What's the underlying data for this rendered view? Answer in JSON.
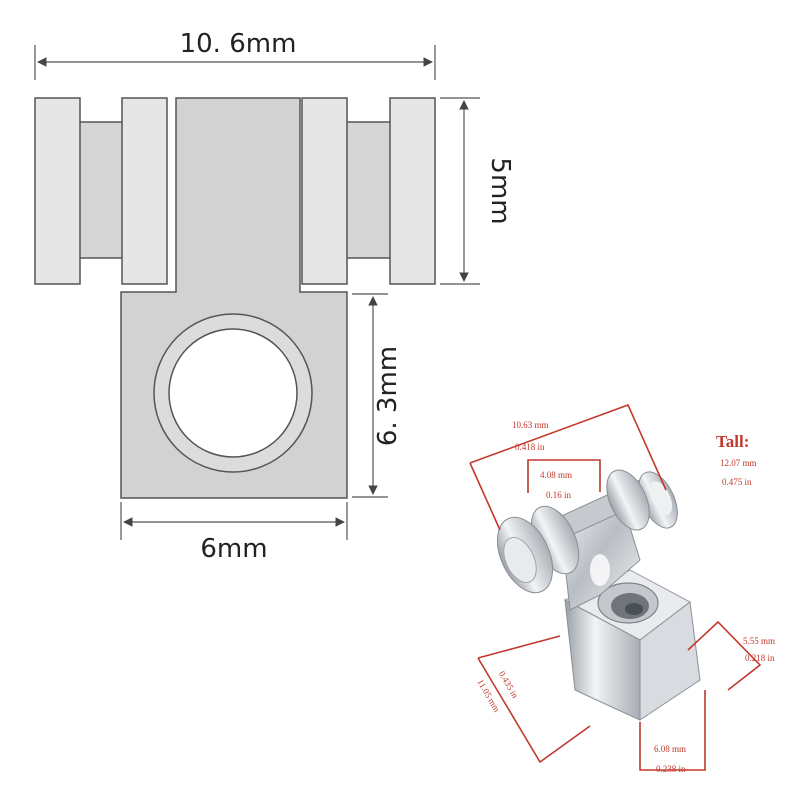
{
  "schematic": {
    "width_label": "10. 6mm",
    "height_label": "5mm",
    "body_height_label": "6. 3mm",
    "body_width_label": "6mm"
  },
  "photo": {
    "top_width_mm": "10.63 mm",
    "top_width_in": "0.418 in",
    "center_width_mm": "4.08 mm",
    "center_width_in": "0.16 in",
    "tall_title": "Tall:",
    "tall_mm": "12.07 mm",
    "tall_in": "0.475 in",
    "side_mm": "5.55 mm",
    "side_in": "0.218 in",
    "left_mm": "11.05 mm",
    "left_in": "0.435 in",
    "bottom_mm": "6.08 mm",
    "bottom_in": "0.238 in"
  },
  "colors": {
    "line": "#555555",
    "fill_light": "#e4e4e4",
    "fill_body": "#d2d2d2",
    "dimension_red": "#c0392b",
    "chrome": "#c8ccd0"
  }
}
